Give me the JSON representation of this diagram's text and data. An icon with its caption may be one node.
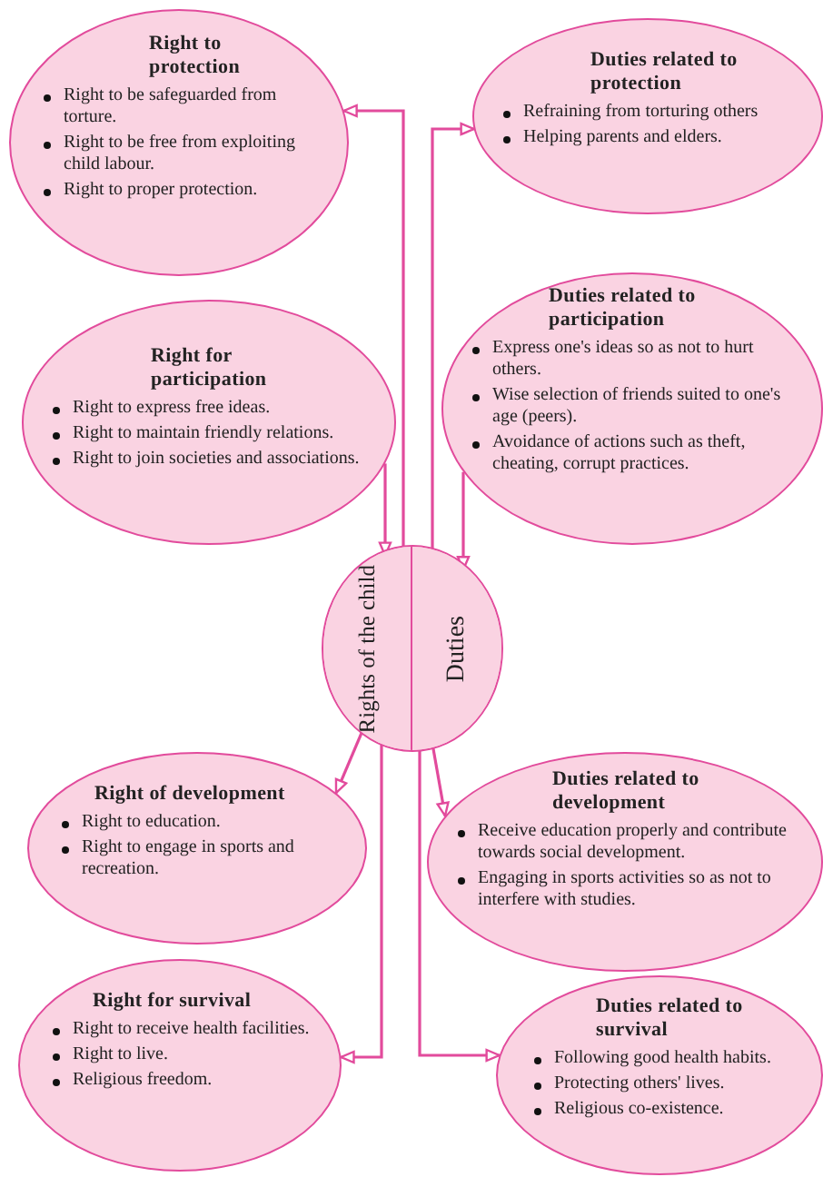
{
  "diagram": {
    "nodes": [
      {
        "text": [
          "Right to protection",
          "Right to be safeguarded  from torture.",
          "Right to be free from exploiting child labour.",
          "Right to proper protection."
        ]
      },
      {
        "text": [
          "Duties related to protection",
          "Refraining from torturing others",
          "Helping parents and elders."
        ]
      },
      {
        "text": [
          "Right for participation",
          "Right to express free ideas.",
          "Right to maintain friendly relations.",
          "Right to join societies and associations."
        ]
      },
      {
        "text": [
          "Duties related to participation",
          "Express one's ideas so as not to hurt others.",
          "Wise selection of friends suited to one's age (peers).",
          "Avoidance of actions such as theft, cheating, corrupt practices."
        ]
      },
      {
        "text": [],
        "shape": "circle"
      },
      {
        "text": [
          "Rights of the child"
        ],
        "in": 4
      },
      {
        "text": [
          "Duties"
        ],
        "in": 4
      },
      {
        "text": [
          "Right of development",
          "Right to education.",
          "Right to engage in sports and recreation."
        ]
      },
      {
        "text": [
          "Duties related to development",
          "Receive education properly and contribute towards social development.",
          "Engaging in sports activities so as not to interfere with studies."
        ]
      },
      {
        "text": [
          "Right for survival",
          "Right to receive health facilities.",
          "Right to live.",
          "Religious freedom."
        ]
      },
      {
        "text": [
          "Duties related to survival",
          "Following good health habits.",
          "Protecting others' lives.",
          "Religious co-existence."
        ]
      }
    ],
    "edges": [
      {
        "from": 5,
        "to": 0,
        "arrow": "to"
      },
      {
        "from": 2,
        "to": 5,
        "arrow": "to"
      },
      {
        "from": 5,
        "to": 7,
        "arrow": "to"
      },
      {
        "from": 5,
        "to": 9,
        "arrow": "to"
      },
      {
        "from": 6,
        "to": 1,
        "arrow": "to"
      },
      {
        "from": 3,
        "to": 6,
        "arrow": "to"
      },
      {
        "from": 6,
        "to": 8,
        "arrow": "to"
      },
      {
        "from": 6,
        "to": 10,
        "arrow": "to"
      }
    ]
  }
}
